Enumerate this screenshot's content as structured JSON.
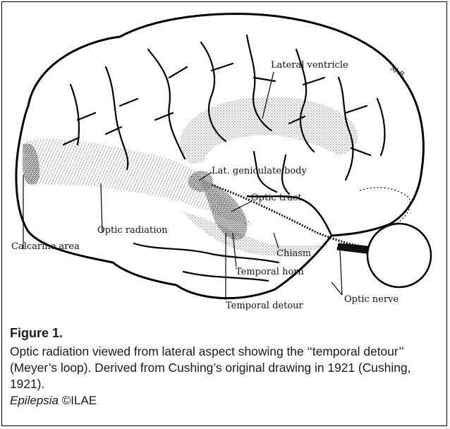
{
  "figure": {
    "labels": {
      "lateral_ventricle": "Lateral ventricle",
      "lat_geniculate_body": "Lat. geniculate body",
      "optic_tract": "Optic tract",
      "optic_radiation": "Optic radiation",
      "calcarine_area": "Calcarine area",
      "chiasm": "Chiasm",
      "temporal_horn": "Temporal horn",
      "temporal_detour": "Temporal detour",
      "optic_nerve": "Optic nerve"
    },
    "signature": "M.B."
  },
  "caption": {
    "title": "Figure 1.",
    "text": "Optic radiation viewed from lateral aspect showing the ‘‘temporal detour’’ (Meyer’s loop). Derived from Cushing’s original drawing in 1921 (Cushing, 1921).",
    "journal": "Epilepsia",
    "copyright_symbol": "©",
    "publisher": "ILAE"
  }
}
